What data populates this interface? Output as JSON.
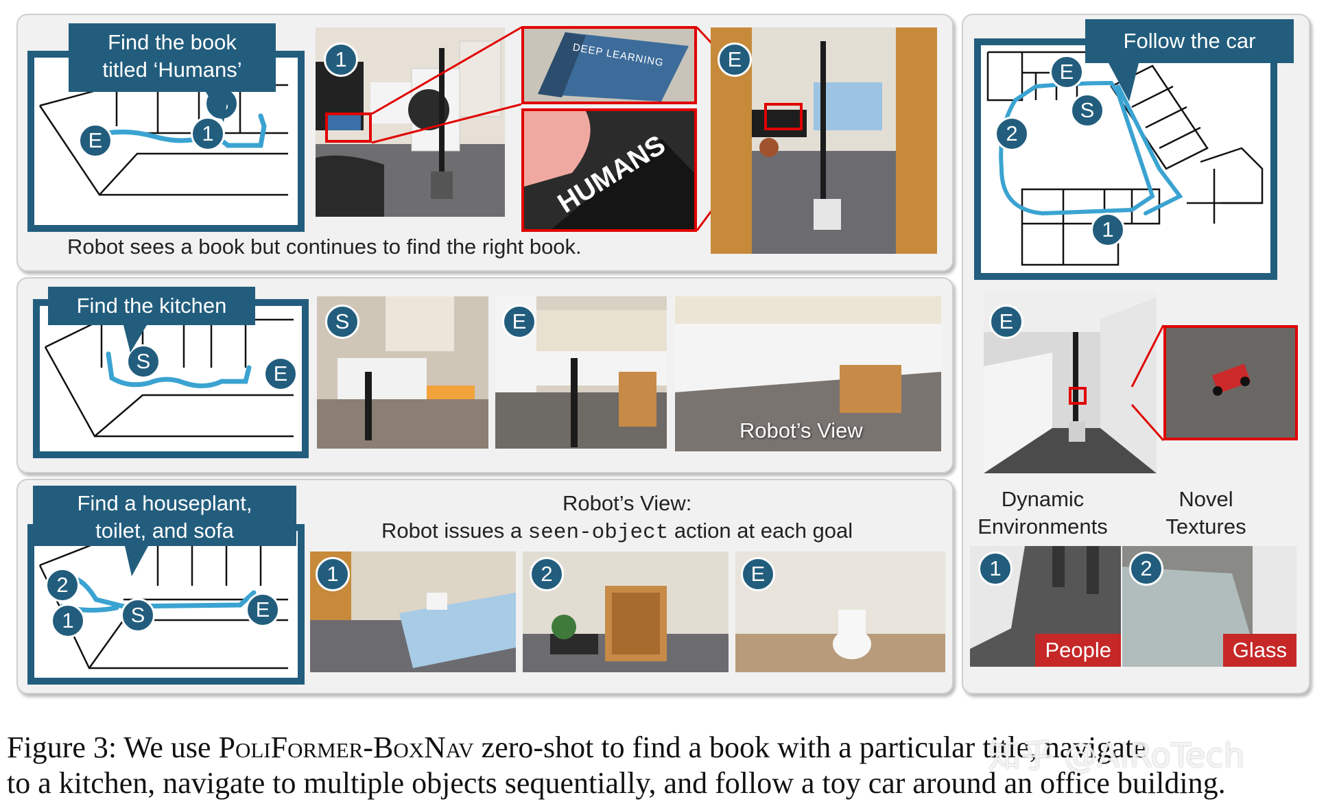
{
  "panels": {
    "book": {
      "instruction": "Find the book titled ‘Humans’",
      "instruction_line1": "Find the book",
      "instruction_line2": "titled ‘Humans’",
      "caption": "Robot sees a book but continues to find the right book.",
      "badges": [
        "S",
        "E",
        "1",
        "1",
        "E"
      ],
      "book_cover_text": "DEEP LEARNING",
      "book_title_text": "HUMANS"
    },
    "kitchen": {
      "instruction": "Find the kitchen",
      "badges": [
        "S",
        "E",
        "S",
        "E"
      ],
      "robot_view_label": "Robot’s View"
    },
    "multi": {
      "instruction_line1": "Find a houseplant,",
      "instruction_line2": "toilet, and sofa",
      "robot_view_heading": "Robot’s View:",
      "robot_issues_prefix": "Robot issues a ",
      "action_code": "seen-object",
      "robot_issues_suffix": " action at each goal",
      "badges": [
        "1",
        "2",
        "S",
        "E",
        "1",
        "2",
        "E"
      ]
    },
    "car": {
      "instruction": "Follow the car",
      "badges": [
        "E",
        "S",
        "2",
        "1",
        "E"
      ],
      "dynamic_line1": "Dynamic",
      "dynamic_line2": "Environments",
      "novel_line1": "Novel",
      "novel_line2": "Textures",
      "tag_people": "People",
      "tag_glass": "Glass",
      "badge_people": "1",
      "badge_glass": "2"
    }
  },
  "figure_caption": {
    "prefix": "Figure 3: We use ",
    "method": "PoliFormer-BoxNav",
    "line1_suffix": " zero-shot to find a book with a particular title, navigate",
    "line2": "to a kitchen, navigate to multiple objects sequentially, and follow a toy car around an office building."
  },
  "watermark": "知乎 @AIRoTech",
  "colors": {
    "accent": "#225d7d",
    "path": "#3aa3d1",
    "highlight_red": "#e00000",
    "panel_bg": "#f1f1f1"
  }
}
